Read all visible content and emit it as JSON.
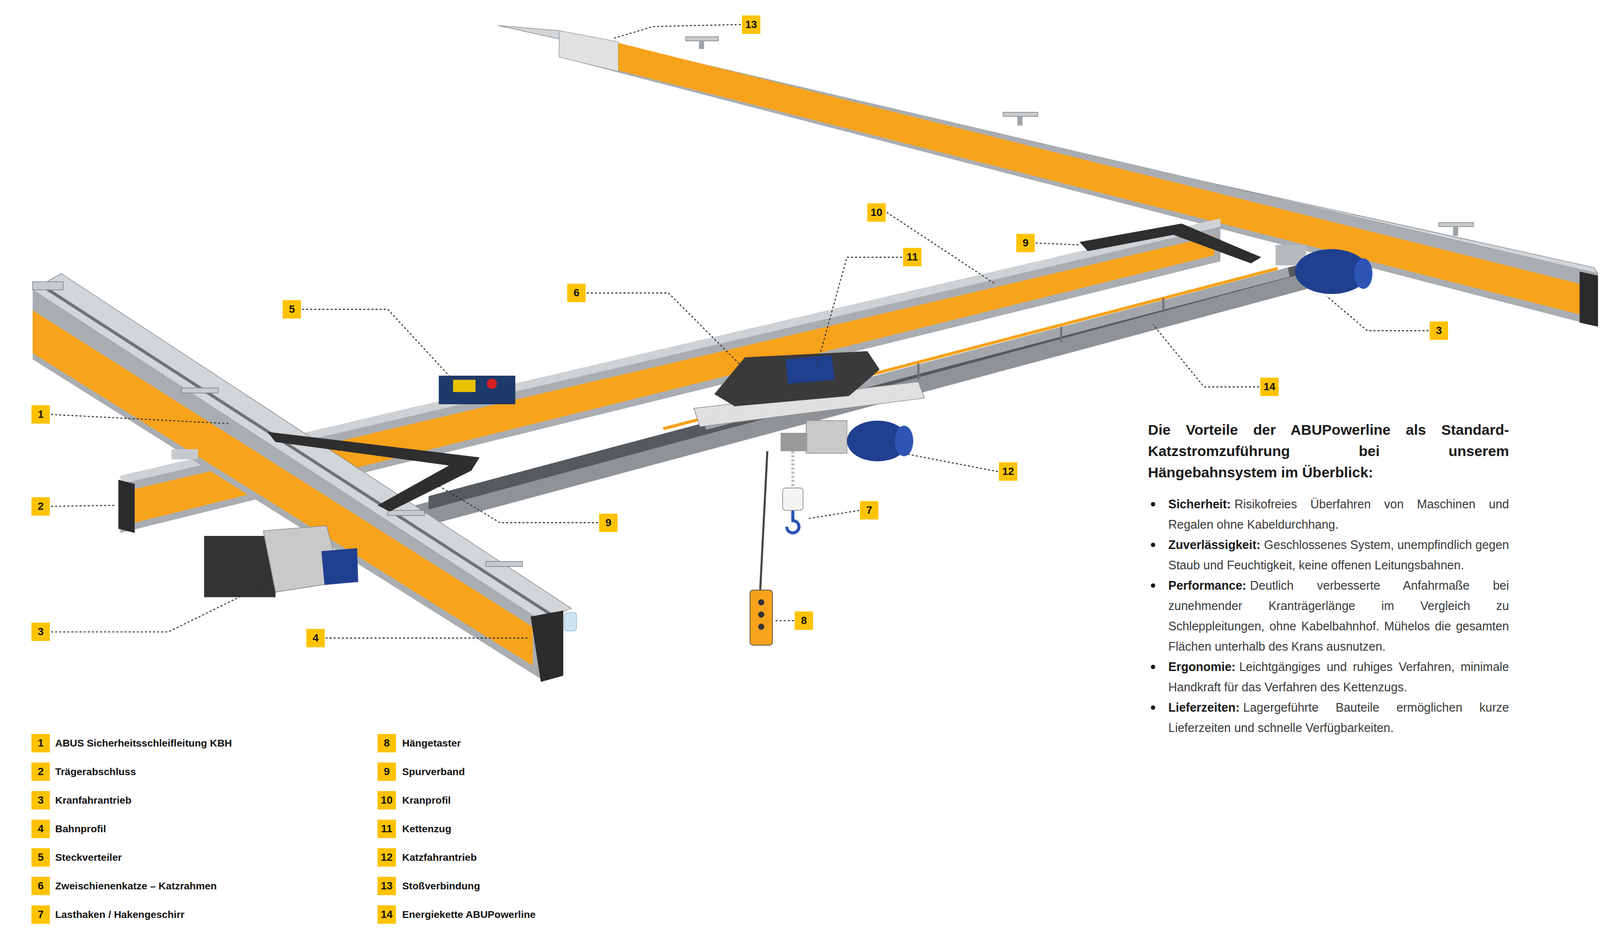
{
  "diagram": {
    "labels": [
      "13",
      "10",
      "11",
      "9",
      "6",
      "5",
      "3",
      "14",
      "1",
      "12",
      "2",
      "7",
      "9",
      "8",
      "3",
      "4",
      "1",
      "ABUS Sicherheitsschleifleitung KBH",
      "2",
      "Trägerabschluss",
      "3",
      "Kranfahrantrieb",
      "4",
      "Bahnprofil",
      "5",
      "Steckverteiler",
      "6",
      "Zweischienenkatze – Katzrahmen",
      "7",
      "Lasthaken / Hakengeschirr",
      "8",
      "Hängetaster",
      "9",
      "Spurverband",
      "10",
      "Kranprofil",
      "11",
      "Kettenzug",
      "12",
      "Katzfahrantrieb",
      "13",
      "Stoßverbindung",
      "14",
      "Energiekette ABUPowerline",
      "Die Vorteile der ABUPowerline als Standard-Katzstromzuführung bei unserem Hängebahnsystem im Überblick:",
      "Sicherheit:",
      "Risikofreies Überfahren von Maschinen und Regalen ohne Kabeldurchhang.",
      "Zuverlässigkeit:",
      "Geschlossenes System, unempfindlich gegen Staub und Feuchtigkeit, keine offenen Leitungsbahnen.",
      "Performance:",
      "Deutlich verbesserte Anfahrmaße bei zunehmender Kranträgerlänge im Vergleich zu Schleppleitungen, ohne Kabelbahnhof. Mühelos die gesamten Flächen unterhalb des Krans ausnutzen.",
      "Ergonomie:",
      "Leichtgängiges und ruhiges Verfahren, minimale Handkraft für das Verfahren des Kettenzugs.",
      "Lieferzeiten:",
      "Lagergeführte Bauteile ermöglichen kurze Lieferzeiten und schnelle Verfügbarkeiten."
    ]
  }
}
